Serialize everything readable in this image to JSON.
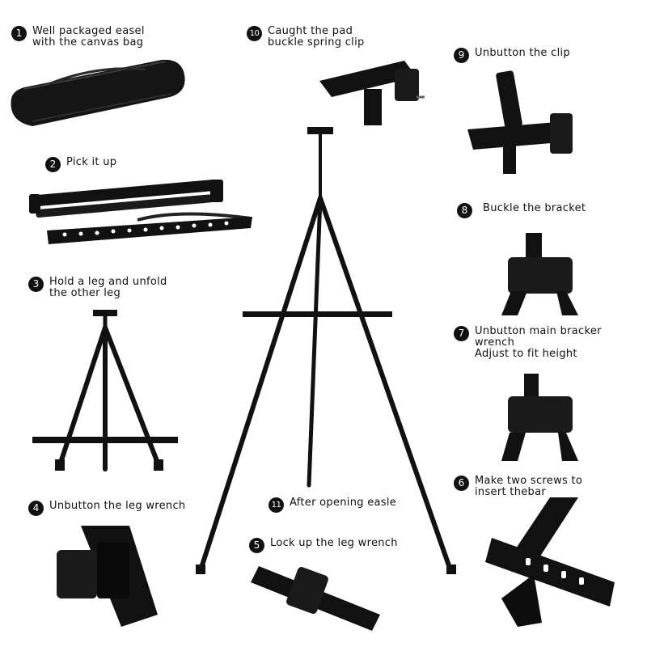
{
  "steps": [
    {
      "num": "1",
      "text": "Well packaged easel\nwith the canvas bag"
    },
    {
      "num": "2",
      "text": "Pick it up"
    },
    {
      "num": "3",
      "text": "Hold a leg and unfold\nthe other leg"
    },
    {
      "num": "4",
      "text": "Unbutton the leg wrench"
    },
    {
      "num": "5",
      "text": "Lock up the leg wrench"
    },
    {
      "num": "6",
      "text": "Make two screws to\ninsert thebar"
    },
    {
      "num": "7",
      "text": "Unbutton main bracker\nwrench\nAdjust to fit height"
    },
    {
      "num": "8",
      "text": "Buckle the bracket"
    },
    {
      "num": "9",
      "text": "Unbutton the clip"
    },
    {
      "num": "10",
      "text": "Caught the pad\nbuckle spring clip"
    },
    {
      "num": "11",
      "text": "After opening easle"
    }
  ],
  "colors": {
    "ink": "#111111",
    "metal": "#0d0d0d",
    "background": "#ffffff"
  }
}
